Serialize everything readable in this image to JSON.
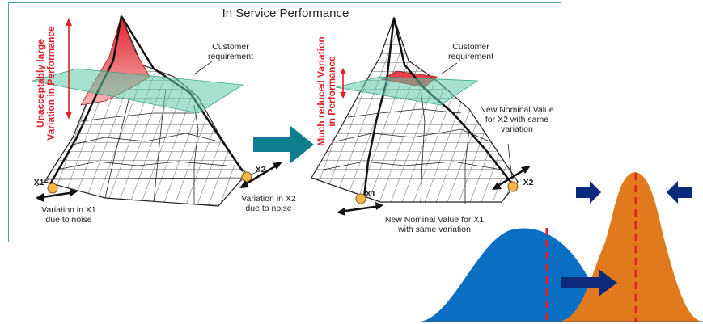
{
  "title": "In Service Performance",
  "left_plot": {
    "vertical_label_line1": "Unacceptably large",
    "vertical_label_line2": "Variation in Performance",
    "customer_requirement_line1": "Customer",
    "customer_requirement_line2": "requirement",
    "x1_axis": "X1",
    "x2_axis": "X2",
    "x1_note_line1": "Variation in X1",
    "x1_note_line2": "due to noise",
    "x2_note_line1": "Variation in X2",
    "x2_note_line2": "due to noise"
  },
  "right_plot": {
    "vertical_label_line1": "Much reduced Variation",
    "vertical_label_line2": "in Performance",
    "customer_requirement_line1": "Customer",
    "customer_requirement_line2": "requirement",
    "x1_axis": "X1",
    "x2_axis": "X2",
    "x2_note_line1": "New Nominal Value",
    "x2_note_line2": "for X2 with same",
    "x2_note_line3": "variation",
    "x1_note_line1": "New Nominal Value for X1",
    "x1_note_line2": "with same variation"
  },
  "colors": {
    "frame": "#4aa3b8",
    "arrow_teal": "#0f7f90",
    "red": "#e0202a",
    "plane": "#5fc9a8",
    "blue_dist": "#0a6fc2",
    "orange_dist": "#e07a1c",
    "navy": "#0b2a7a",
    "knob": "#f5b64a"
  }
}
